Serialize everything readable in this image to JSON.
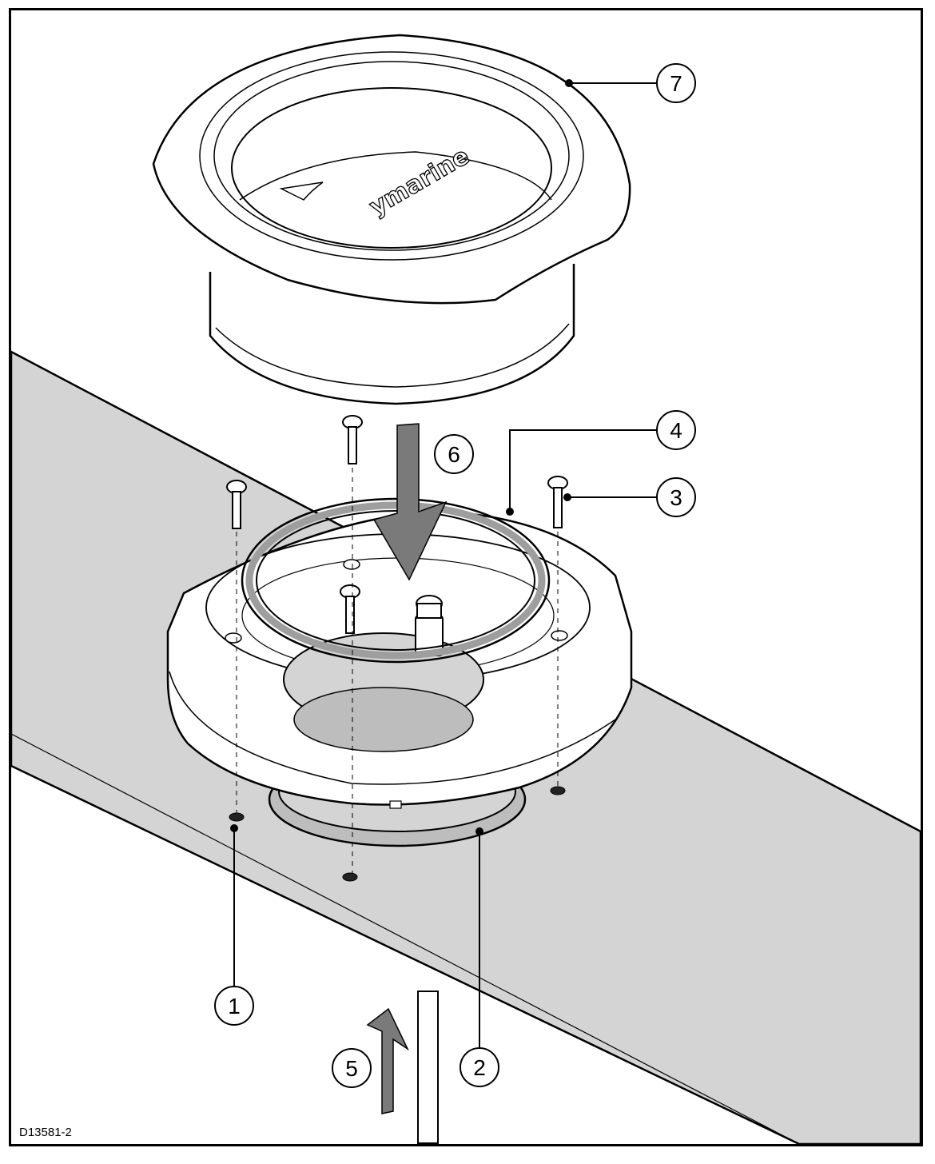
{
  "diagram": {
    "id_code": "D13581-2",
    "brand_text": "ymarine",
    "callouts": [
      {
        "number": "1",
        "part": "mounting-hole"
      },
      {
        "number": "2",
        "part": "lower-gasket"
      },
      {
        "number": "3",
        "part": "fixing-screw"
      },
      {
        "number": "4",
        "part": "upper-gasket"
      },
      {
        "number": "5",
        "part": "cable-direction-arrow"
      },
      {
        "number": "6",
        "part": "assembly-direction-arrow"
      },
      {
        "number": "7",
        "part": "display-bezel-unit"
      }
    ],
    "colors": {
      "panel_fill": "#d4d4d4",
      "arrow_fill": "#7a7a7a",
      "line": "#000000",
      "part_fill": "#ffffff"
    }
  }
}
